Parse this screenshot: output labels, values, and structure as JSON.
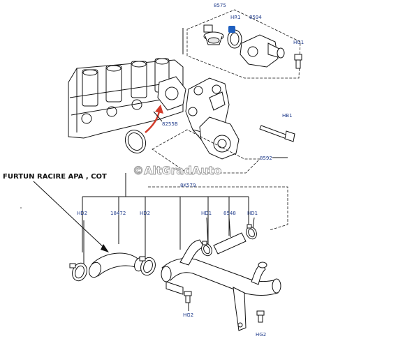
{
  "note_text": "FURTUN RACIRE APA , COT",
  "watermark_text": "©AltGradAuto",
  "callouts": {
    "top_8575": "8575",
    "top_hr1": "HR1",
    "top_8594": "8594",
    "top_hg1": "HG1",
    "mid_8255b": "8255B",
    "mid_hb1": "HB1",
    "mid_8592": "8592",
    "hose_group_8k579": "8K579",
    "left_hd2_a": "HD2",
    "hose_18472": "18472",
    "left_hd2_b": "HD2",
    "right_hd1_a": "HD1",
    "pipe_8548": "8548",
    "right_hd1_b": "HD1",
    "bottom_hg2_a": "HG2",
    "bottom_hg2_b": "HG2"
  },
  "colors": {
    "arrow": "#d23c2a",
    "callout_text": "#1e3a8a",
    "badge": "#1f5fbf"
  }
}
